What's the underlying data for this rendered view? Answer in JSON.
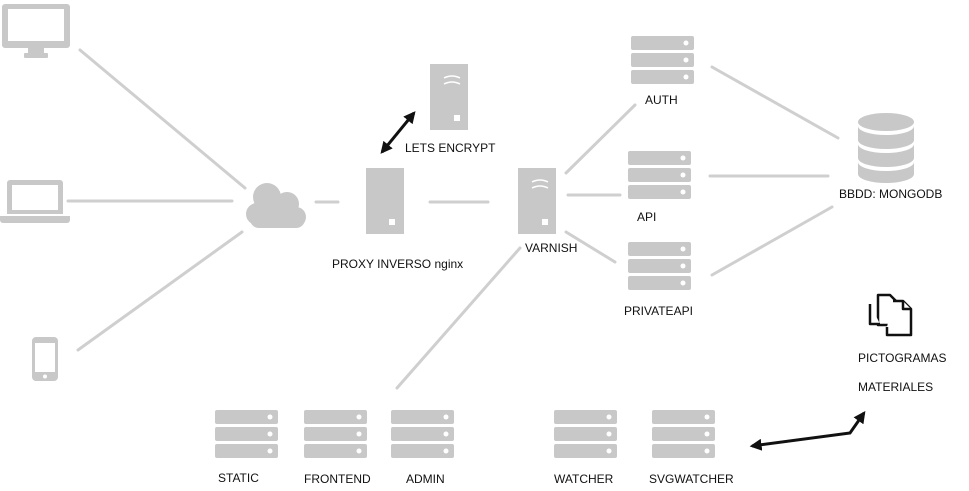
{
  "colors": {
    "icon": "#c8c8c8",
    "connector": "#cfcfcf",
    "arrow": "#111111",
    "text": "#111111"
  },
  "clients": [
    {
      "name": "desktop-icon"
    },
    {
      "name": "laptop-icon"
    },
    {
      "name": "phone-icon"
    }
  ],
  "nodes": {
    "cloud": {
      "icon": "cloud-icon"
    },
    "letsencrypt": {
      "label": "LETS ENCRYPT"
    },
    "proxy": {
      "label": "PROXY INVERSO nginx"
    },
    "varnish": {
      "label": "VARNISH"
    },
    "auth": {
      "label": "AUTH"
    },
    "api": {
      "label": "API"
    },
    "privateapi": {
      "label": "PRIVATEAPI"
    },
    "database": {
      "label": "BBDD: MONGODB"
    },
    "pictogramas": {
      "label_line1": "PICTOGRAMAS",
      "label_line2": "MATERIALES"
    },
    "static": {
      "label": "STATIC"
    },
    "frontend": {
      "label": "FRONTEND"
    },
    "admin": {
      "label": "ADMIN"
    },
    "watcher": {
      "label": "WATCHER"
    },
    "svgwatcher": {
      "label": "SVGWATCHER"
    }
  }
}
